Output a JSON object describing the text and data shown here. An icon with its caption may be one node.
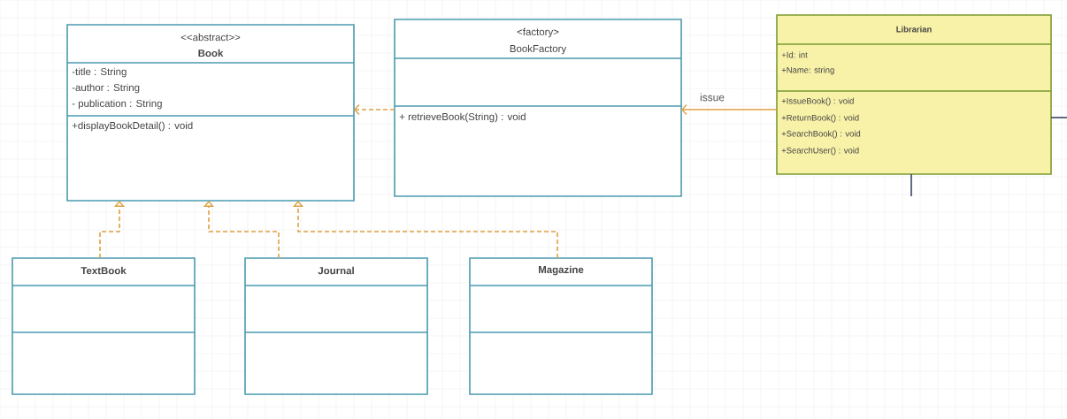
{
  "diagram": {
    "nodes": [
      {
        "text": [
          "<<abstract>>",
          "Book",
          "-title : String",
          "-author : String",
          "- publication : String",
          "+displayBookDetail() : void"
        ]
      },
      {
        "text": [
          "<factory>",
          "BookFactory",
          "+ retrieveBook(String) : void"
        ]
      },
      {
        "text": [
          "Librarian",
          "+Id: int",
          "+Name: string",
          "+IssueBook() : void",
          "+ReturnBook() : void",
          "+SearchBook() : void",
          "+SearchUser() : void"
        ]
      },
      {
        "text": [
          "TextBook"
        ]
      },
      {
        "text": [
          "Journal"
        ]
      },
      {
        "text": [
          "Magazine"
        ]
      }
    ],
    "edges": [
      {
        "from": 1,
        "to": 0,
        "arrow": "to",
        "style": "dashed"
      },
      {
        "from": 2,
        "to": 1,
        "arrow": "to",
        "label": "issue"
      },
      {
        "from": 3,
        "to": 0,
        "arrow": "to",
        "style": "dashed"
      },
      {
        "from": 4,
        "to": 0,
        "arrow": "to",
        "style": "dashed"
      },
      {
        "from": 5,
        "to": 0,
        "arrow": "to",
        "style": "dashed"
      },
      {
        "from": 2,
        "to": null,
        "arrow": "none",
        "color": "#3b4660"
      },
      {
        "from": 2,
        "to": null,
        "arrow": "none",
        "color": "#3b4660"
      }
    ]
  }
}
